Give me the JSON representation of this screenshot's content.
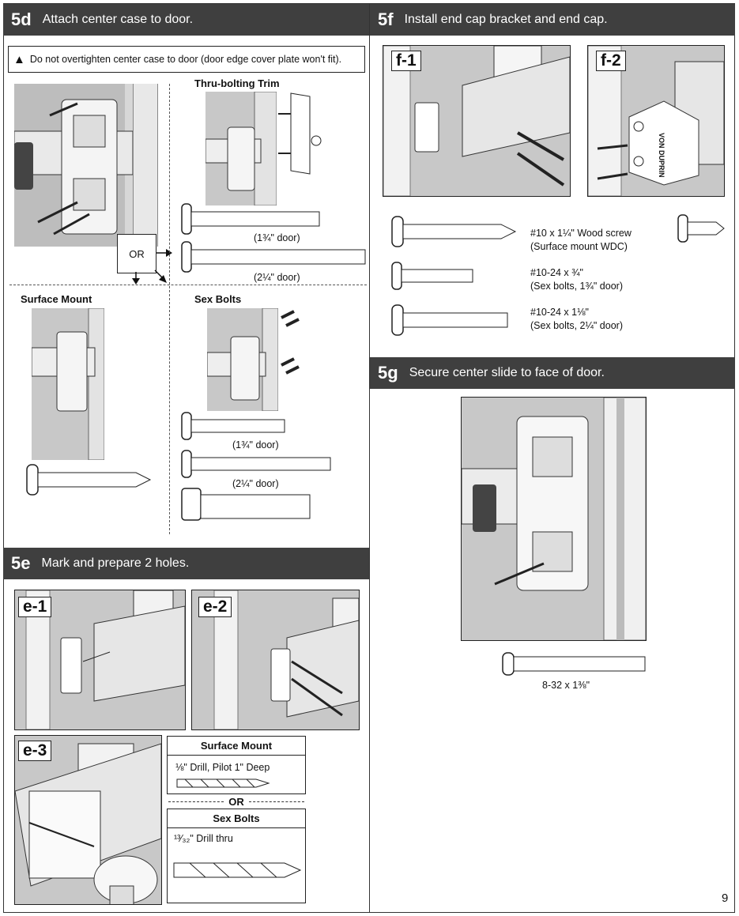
{
  "page_number": "9",
  "step_5d": {
    "number": "5d",
    "title": "Attach center case to door.",
    "warning": "Do not overtighten center case to door (door edge cover plate won't fit).",
    "or_label": "OR",
    "thru_bolting": {
      "title": "Thru-bolting Trim",
      "bolt_1_caption": "(1¾\" door)",
      "bolt_2_caption": "(2¼\" door)"
    },
    "surface_mount": {
      "title": "Surface Mount"
    },
    "sex_bolts": {
      "title": "Sex Bolts",
      "bolt_1_caption": "(1¾\" door)",
      "bolt_2_caption": "(2¼\" door)"
    }
  },
  "step_5e": {
    "number": "5e",
    "title": "Mark and prepare 2 holes.",
    "tags": [
      "e-1",
      "e-2",
      "e-3"
    ],
    "surface_mount_box": {
      "title": "Surface Mount",
      "drill": "⅛\" Drill, Pilot 1\" Deep"
    },
    "or_label": "OR",
    "sex_bolts_box": {
      "title": "Sex Bolts",
      "drill": "¹³⁄₃₂\" Drill thru"
    }
  },
  "step_5f": {
    "number": "5f",
    "title": "Install end cap bracket and end cap.",
    "tags": [
      "f-1",
      "f-2"
    ],
    "end_cap_brand": "VON DUPRIN",
    "screws": [
      {
        "line1": "#10 x 1¼\" Wood screw",
        "line2": "(Surface mount WDC)"
      },
      {
        "line1": "#10-24 x ¾\"",
        "line2": "(Sex bolts, 1¾\" door)"
      },
      {
        "line1": "#10-24 x 1⅛\"",
        "line2": "(Sex bolts, 2¼\" door)"
      }
    ]
  },
  "step_5g": {
    "number": "5g",
    "title": "Secure center slide to face of door.",
    "screw_caption": "8-32 x 1⅜\""
  }
}
